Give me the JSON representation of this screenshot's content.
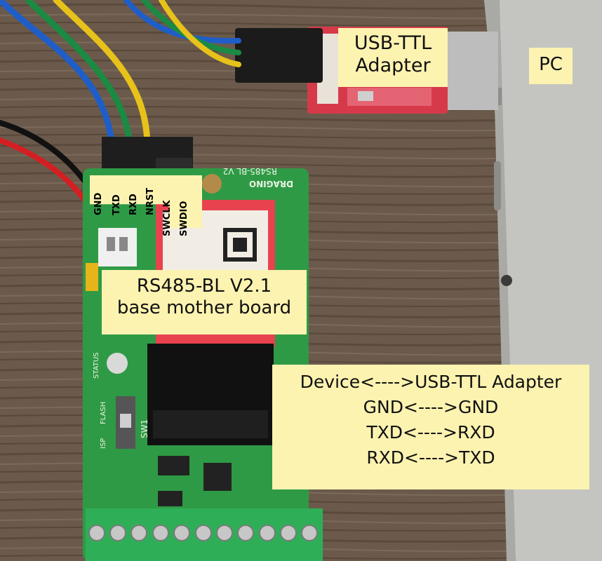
{
  "labels": {
    "usb_ttl": [
      "USB-TTL",
      "Adapter"
    ],
    "pc": "PC",
    "board": [
      "RS485-BL V2.1",
      "base mother board"
    ],
    "mapping": [
      "Device<---->USB-TTL Adapter",
      "GND<---->GND",
      "TXD<---->RXD",
      "RXD<---->TXD"
    ]
  },
  "pin_labels": [
    "GND",
    "TXD",
    "RXD",
    "NRST",
    "SWCLK",
    "SWDIO"
  ],
  "silkscreen": {
    "board_name": "RS485-BL V2",
    "brand": "DRAGINO",
    "status": "STATUS",
    "flash": "FLASH",
    "isp": "ISP",
    "sw1": "SW1"
  },
  "colors": {
    "wood": "#6b5a4b",
    "pcb_green": "#2f9a45",
    "label_bg": "#fdf3b0",
    "usb_red": "#d63a4a",
    "wire_blue": "#1f5ec8",
    "wire_green": "#1b8a43",
    "wire_yellow": "#e7c21a",
    "wire_red": "#d41f22",
    "wire_black": "#111111",
    "terminal_green": "#2fae58"
  }
}
